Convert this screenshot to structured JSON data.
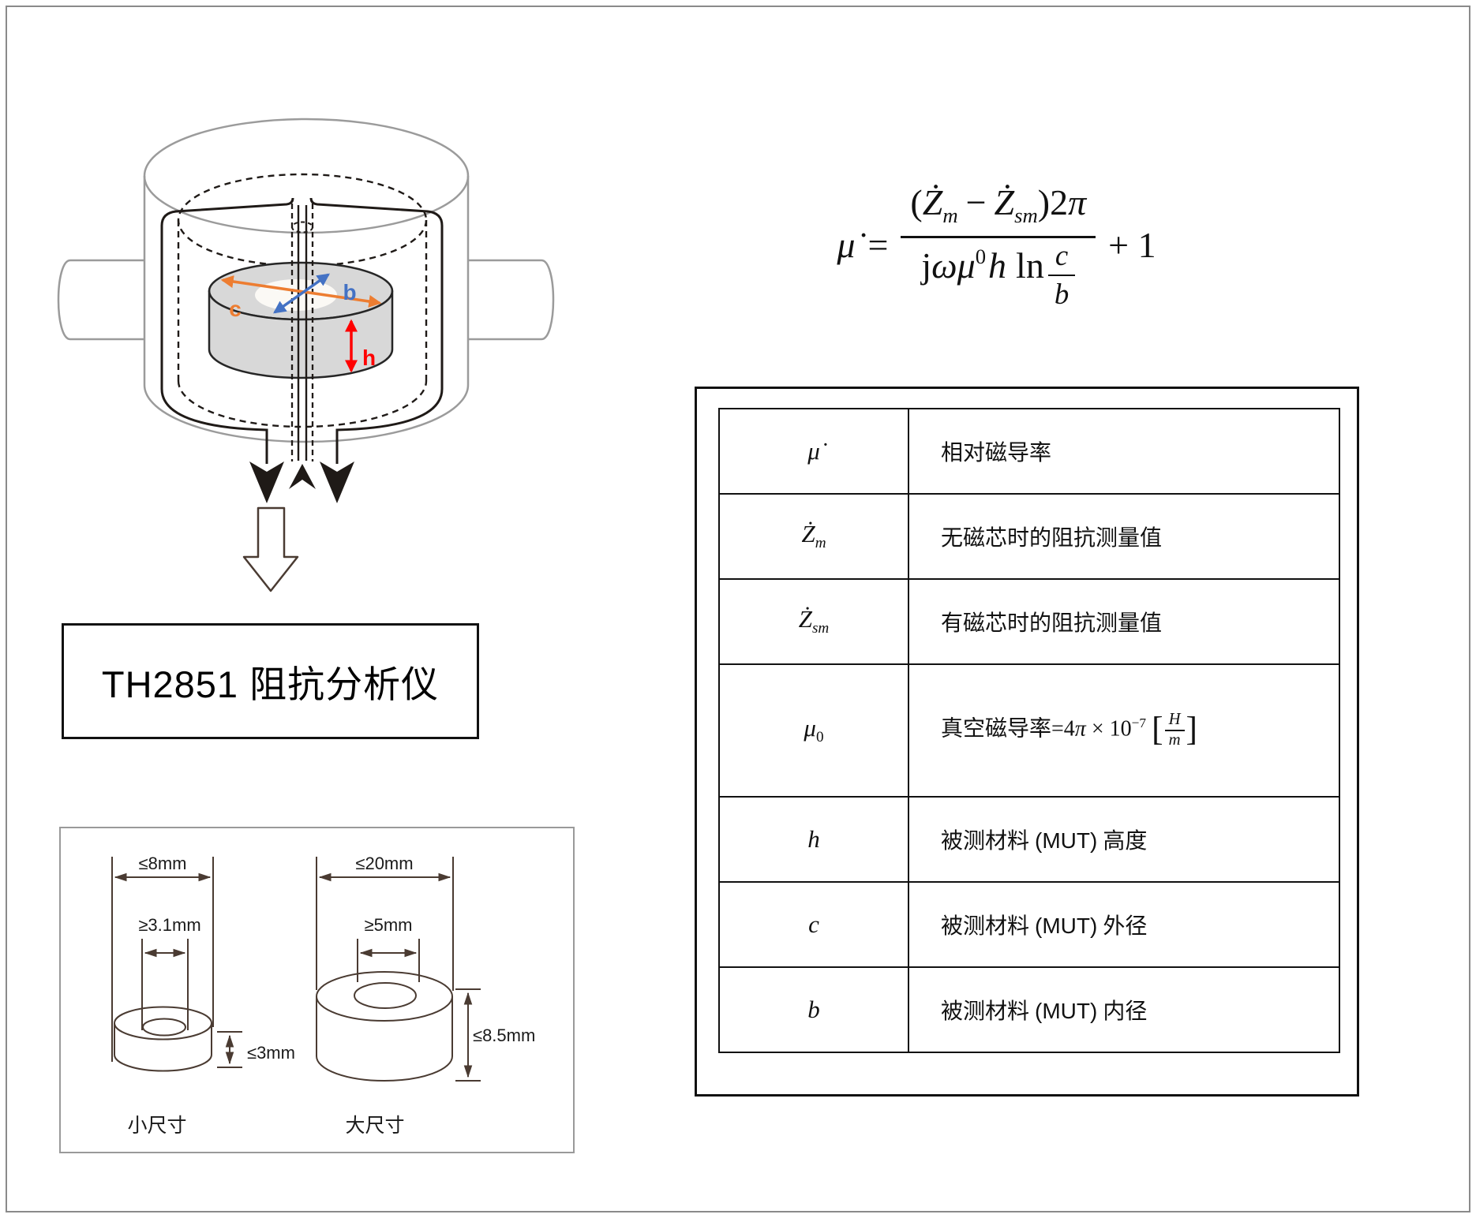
{
  "fixture": {
    "label_c": "c",
    "label_b": "b",
    "label_h": "h",
    "color_c": "#ED7D31",
    "color_b": "#4472C4",
    "color_h": "#FF0000"
  },
  "analyzer": {
    "label": "TH2851 阻抗分析仪"
  },
  "dims": {
    "small": {
      "outer": "≤8mm",
      "inner": "≥3.1mm",
      "height": "≤3mm",
      "caption": "小尺寸"
    },
    "large": {
      "outer": "≤20mm",
      "inner": "≥5mm",
      "height": "≤8.5mm",
      "caption": "大尺寸"
    }
  },
  "formula": {
    "lhs": "μ̇",
    "eq": "=",
    "num": {
      "open": "(",
      "z1": "Ż",
      "z1_sub": "m",
      "minus": "−",
      "z2": "Ż",
      "z2_sub": "sm",
      "close": ")",
      "coeff_int": "2",
      "coeff_pi": "π"
    },
    "den": {
      "j": "j",
      "omega": "ω",
      "mu": "μ",
      "mu_sub": "0",
      "h": "h",
      "ln": "ln",
      "frac_num": "c",
      "frac_den": "b"
    },
    "tail": "+ 1"
  },
  "table": {
    "rows": [
      {
        "symbol": {
          "base": "μ̇"
        },
        "desc": "相对磁导率"
      },
      {
        "symbol": {
          "base": "Ż",
          "sub": "m"
        },
        "desc": "无磁芯时的阻抗测量值"
      },
      {
        "symbol": {
          "base": "Ż",
          "sub": "sm"
        },
        "desc": "有磁芯时的阻抗测量值"
      },
      {
        "symbol": {
          "base": "μ",
          "sub": "0"
        },
        "desc_parts": {
          "pre": "真空磁导率=4",
          "pi": "π",
          "mid": " × 10",
          "exp": "−7",
          "unit_open": "[",
          "unit_num": "H",
          "unit_den": "m",
          "unit_close": "]"
        }
      },
      {
        "symbol": {
          "base": "h"
        },
        "desc_parts": {
          "pre": "被测材料 ",
          "mut": "(MUT)",
          "suf": " 高度"
        }
      },
      {
        "symbol": {
          "base": "c"
        },
        "desc_parts": {
          "pre": "被测材料 ",
          "mut": "(MUT)",
          "suf": " 外径"
        }
      },
      {
        "symbol": {
          "base": "b"
        },
        "desc_parts": {
          "pre": "被测材料 ",
          "mut": "(MUT)",
          "suf": " 内径"
        }
      }
    ]
  }
}
